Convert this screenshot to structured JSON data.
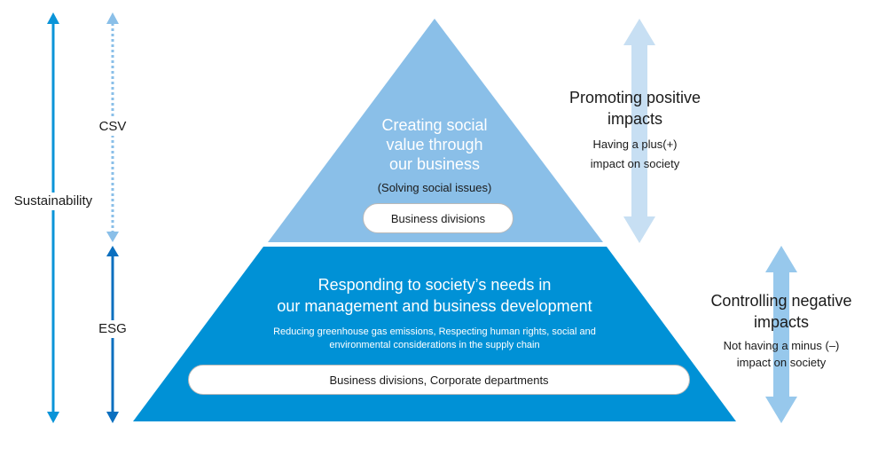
{
  "colors": {
    "upper_tier": "#8abfe8",
    "lower_tier": "#0091d6",
    "sustainability_arrow": "#0a94d8",
    "csv_arrow": "#8abfe8",
    "esg_arrow": "#0a6fbf",
    "positive_arrow": "#c7dff3",
    "negative_arrow": "#97c8ec",
    "pill_fill": "#ffffff"
  },
  "left_axis": {
    "sustainability_label": "Sustainability",
    "csv_label": "CSV",
    "esg_label": "ESG"
  },
  "pyramid": {
    "upper": {
      "title_lines": [
        "Creating social",
        "value through",
        "our business"
      ],
      "subtitle": "(Solving social issues)",
      "pill_label": "Business divisions"
    },
    "lower": {
      "title_lines": [
        "Responding to society’s needs in",
        "our management and business development"
      ],
      "detail_lines": [
        "Reducing greenhouse gas emissions, Respecting human rights, social and",
        "environmental considerations in the supply chain"
      ],
      "pill_label": "Business divisions, Corporate departments"
    }
  },
  "right_annotations": {
    "positive": {
      "title_lines": [
        "Promoting positive",
        "impacts"
      ],
      "sub_lines": [
        "Having a plus(+)",
        "impact on society"
      ]
    },
    "negative": {
      "title_lines": [
        "Controlling negative",
        "impacts"
      ],
      "sub_lines": [
        "Not having a minus (–)",
        "impact on society"
      ]
    }
  }
}
